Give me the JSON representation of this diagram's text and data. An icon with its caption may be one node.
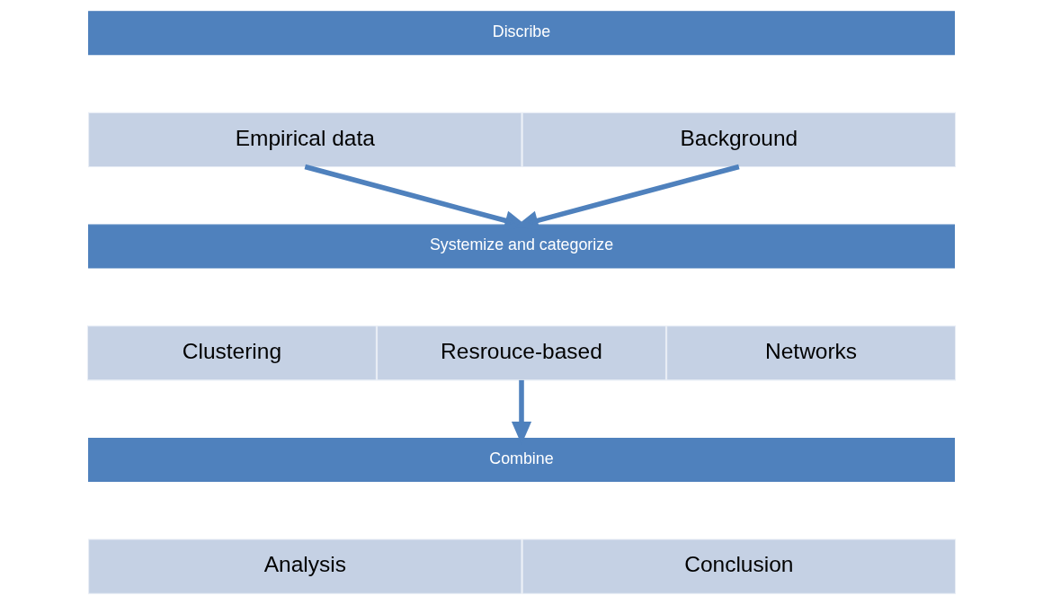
{
  "diagram": {
    "nodes": [
      {
        "text": [
          "Discribe"
        ]
      },
      {
        "text": [
          "Empirical data"
        ]
      },
      {
        "text": [
          "Background"
        ]
      },
      {
        "text": [
          "Systemize and categorize"
        ]
      },
      {
        "text": [
          "Clustering"
        ]
      },
      {
        "text": [
          "Resrouce-based"
        ]
      },
      {
        "text": [
          "Networks"
        ]
      },
      {
        "text": [
          "Combine"
        ]
      },
      {
        "text": [
          "Analysis"
        ]
      },
      {
        "text": [
          "Conclusion"
        ]
      }
    ],
    "edges": [
      {
        "from": 1,
        "to": 3,
        "arrow": "to"
      },
      {
        "from": 2,
        "to": 3,
        "arrow": "to"
      },
      {
        "from": 5,
        "to": 7,
        "arrow": "to"
      }
    ]
  }
}
